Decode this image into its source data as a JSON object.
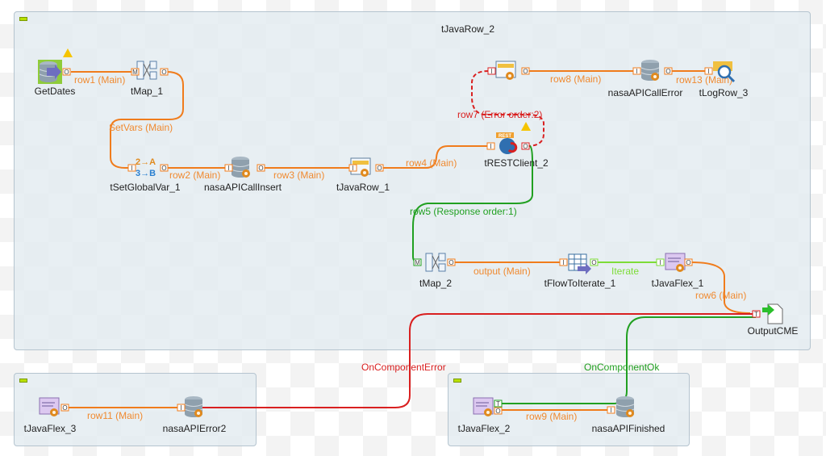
{
  "subjobs": [
    {
      "title": "tJavaRow_2"
    },
    {},
    {}
  ],
  "components": {
    "getdates": "GetDates",
    "tmap1": "tMap_1",
    "tsetglobalvar1": "tSetGlobalVar_1",
    "nasaapicallinsert": "nasaAPICallInsert",
    "tjavarow1": "tJavaRow_1",
    "trestclient2": "tRESTClient_2",
    "nasaapicallerror": "nasaAPICallError",
    "tlogrow3": "tLogRow_3",
    "tmap2": "tMap_2",
    "tflowtoiterate1": "tFlowToIterate_1",
    "tjavaflex1": "tJavaFlex_1",
    "outputcme": "OutputCME",
    "tjavaflex3": "tJavaFlex_3",
    "nasaapierror2": "nasaAPIError2",
    "tjavaflex2": "tJavaFlex_2",
    "nasaapifinished": "nasaAPIFinished"
  },
  "links": {
    "row1": "row1 (Main)",
    "setvars": "SetVars (Main)",
    "row2": "row2 (Main)",
    "row3": "row3 (Main)",
    "row4": "row4 (Main)",
    "row7": "row7 (Error order:2)",
    "row8": "row8 (Main)",
    "row13": "row13 (Main)",
    "row5": "row5 (Response order:1)",
    "output": "output (Main)",
    "iterate": "Iterate",
    "row6": "row6 (Main)",
    "oncomponenterror": "OnComponentError",
    "oncomponentok": "OnComponentOk",
    "row11": "row11 (Main)",
    "row9": "row9 (Main)"
  },
  "connector_letters": {
    "input": "I",
    "output": "O",
    "map": "M",
    "trigger": "T"
  },
  "icon_text": {
    "rest": "REST",
    "setvar_a": "2→A",
    "setvar_b": "3→B"
  },
  "colors": {
    "main": "#f07c1c",
    "error": "#d92020",
    "ok": "#21a021",
    "iterate": "#7ddc38",
    "label_main": "#f08a30"
  }
}
